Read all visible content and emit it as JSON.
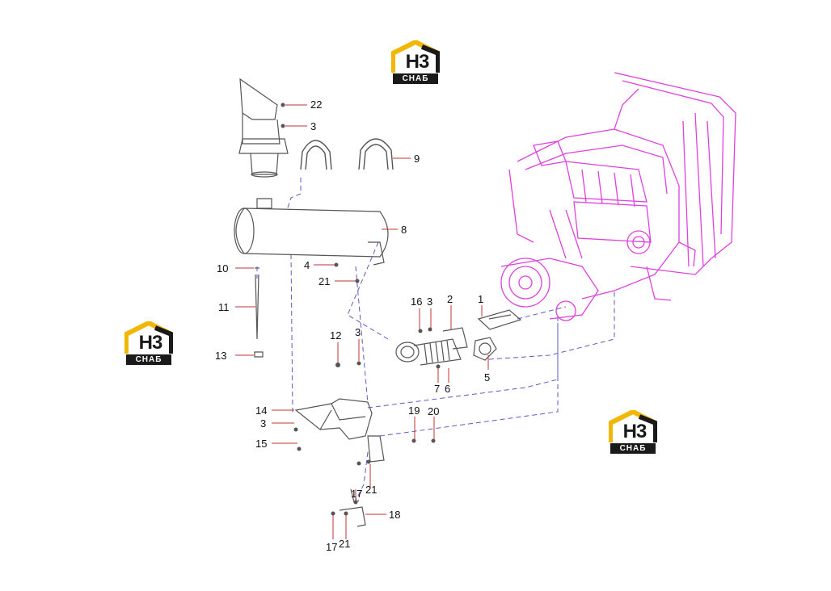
{
  "diagram": {
    "colors": {
      "line": "#5a5ac8",
      "leader": "#c03030",
      "part": "#555555",
      "engine": "#e040e0",
      "logo_yellow": "#f2b705"
    },
    "callouts": [
      {
        "id": "22",
        "label": "22"
      },
      {
        "id": "3a",
        "label": "3"
      },
      {
        "id": "9",
        "label": "9"
      },
      {
        "id": "8",
        "label": "8"
      },
      {
        "id": "10",
        "label": "10"
      },
      {
        "id": "4",
        "label": "4"
      },
      {
        "id": "21a",
        "label": "21"
      },
      {
        "id": "11",
        "label": "11"
      },
      {
        "id": "13",
        "label": "13"
      },
      {
        "id": "16",
        "label": "16"
      },
      {
        "id": "3b",
        "label": "3"
      },
      {
        "id": "2",
        "label": "2"
      },
      {
        "id": "1",
        "label": "1"
      },
      {
        "id": "12",
        "label": "12"
      },
      {
        "id": "3c",
        "label": "3"
      },
      {
        "id": "5",
        "label": "5"
      },
      {
        "id": "7",
        "label": "7"
      },
      {
        "id": "6",
        "label": "6"
      },
      {
        "id": "14",
        "label": "14"
      },
      {
        "id": "3d",
        "label": "3"
      },
      {
        "id": "15",
        "label": "15"
      },
      {
        "id": "19",
        "label": "19"
      },
      {
        "id": "20",
        "label": "20"
      },
      {
        "id": "17a",
        "label": "17"
      },
      {
        "id": "21b",
        "label": "21"
      },
      {
        "id": "18",
        "label": "18"
      },
      {
        "id": "17b",
        "label": "17"
      },
      {
        "id": "21c",
        "label": "21"
      }
    ]
  },
  "logos": [
    {
      "main": "H3",
      "sub": "СНАБ"
    },
    {
      "main": "H3",
      "sub": "СНАБ"
    },
    {
      "main": "H3",
      "sub": "СНАБ"
    }
  ]
}
